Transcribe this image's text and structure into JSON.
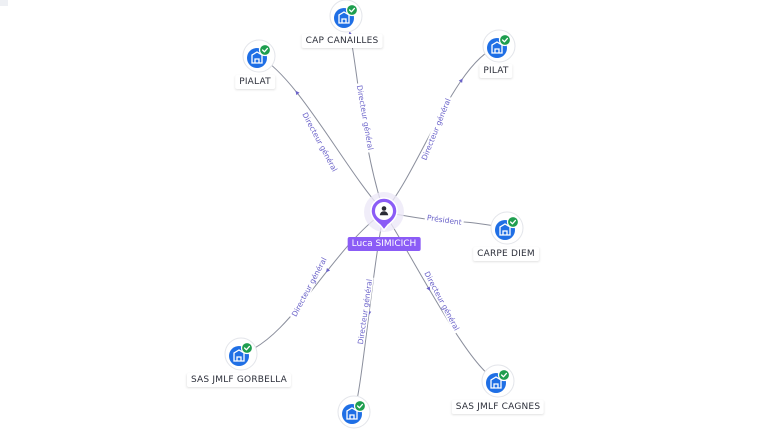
{
  "center": {
    "name": "Luca SIMICICH",
    "icon": "person-icon",
    "colors": {
      "marker": "#8b5cf6",
      "label_bg": "#8b5cf6"
    }
  },
  "companies": [
    {
      "id": "cap-canailles",
      "name": "CAP CANAILLES",
      "role": "Directeur général",
      "icon": "company-building-icon",
      "status": "verified"
    },
    {
      "id": "pialat",
      "name": "PIALAT",
      "role": "Directeur général",
      "icon": "company-building-icon",
      "status": "verified"
    },
    {
      "id": "pilat",
      "name": "PILAT",
      "role": "Directeur général",
      "icon": "company-building-icon",
      "status": "verified"
    },
    {
      "id": "carpe-diem",
      "name": "CARPE DIEM",
      "role": "Président",
      "icon": "company-building-icon",
      "status": "verified"
    },
    {
      "id": "sas-jmlf-gorbella",
      "name": "SAS JMLF GORBELLA",
      "role": "Directeur général",
      "icon": "company-building-icon",
      "status": "verified"
    },
    {
      "id": "bottom-company",
      "name": "",
      "role": "Directeur général",
      "icon": "company-building-icon",
      "status": "verified"
    },
    {
      "id": "sas-jmlf-cagnes",
      "name": "SAS JMLF CAGNES",
      "role": "Directeur général",
      "icon": "company-building-icon",
      "status": "verified"
    }
  ],
  "colors": {
    "company_icon": "#1f6fe5",
    "verified_badge": "#1e9e4f",
    "edge": "#8a8e9c",
    "edge_label": "#6b63c9"
  }
}
